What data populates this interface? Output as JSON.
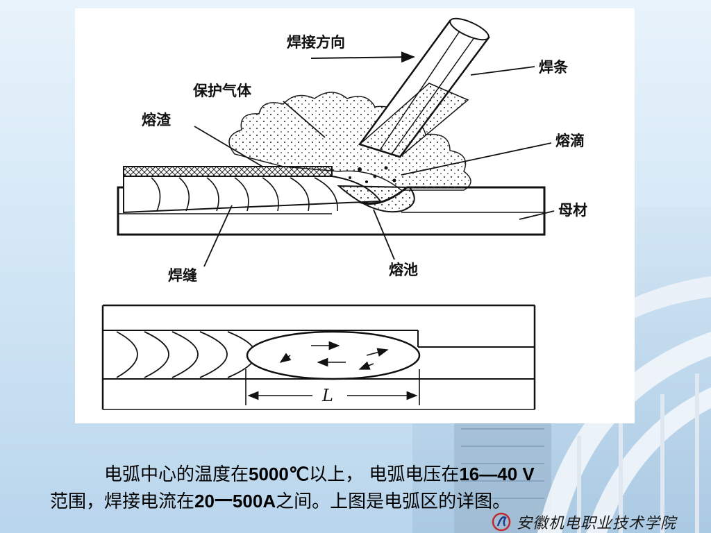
{
  "diagram": {
    "labels": {
      "direction": "焊接方向",
      "rod": "焊条",
      "shield_gas": "保护气体",
      "slag": "熔渣",
      "droplet": "熔滴",
      "base_metal": "母材",
      "weld_seam": "焊缝",
      "pool": "熔池",
      "length": "L"
    }
  },
  "caption": {
    "line1_a": "电弧中心的温度在",
    "line1_b": "5000℃",
    "line1_c": "以上，  电弧电压在",
    "line1_d": "16—40 V",
    "line2_a": "范围，焊接电流在",
    "line2_b": "20一500A",
    "line2_c": "之间。上图是电弧区的详图。"
  },
  "logo": {
    "name": "安徽机电职业技术学院",
    "icon": "school-logo-icon"
  }
}
